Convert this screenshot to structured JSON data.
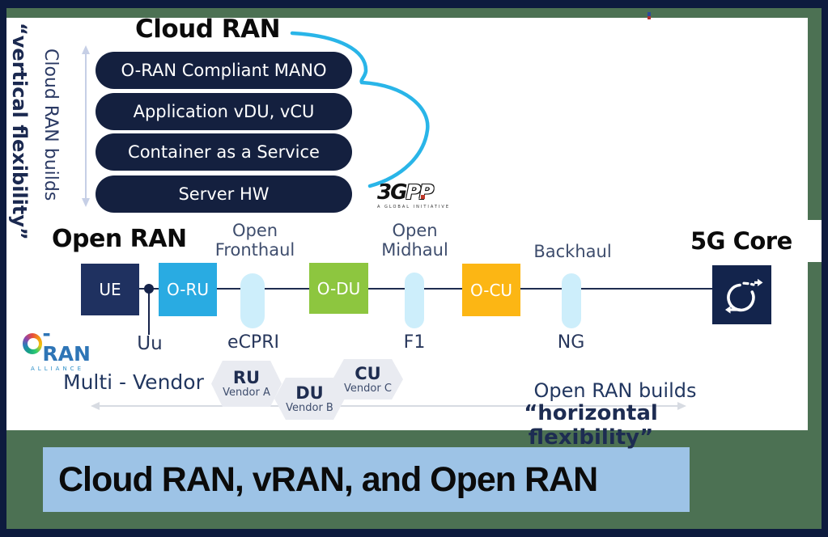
{
  "palette": {
    "border_navy": "#0d1b3e",
    "frame_green": "#4c7153",
    "stack_navy": "#14203f",
    "cloud_brace_cyan": "#29b5e8",
    "ue_navy": "#1f3160",
    "oru_blue": "#29abe2",
    "odu_green": "#8dc63f",
    "ocu_amber": "#fcb614",
    "core_navy": "#13244c",
    "pill_lightblue": "#cdeefb",
    "hex_gray": "#e9ebf1",
    "title_bar_blue": "#9dc3e6",
    "haul_label_slate": "#3e4d6d",
    "caption_navy": "#223760"
  },
  "cloud_ran": {
    "title": "Cloud RAN",
    "stack": [
      "O-RAN Compliant MANO",
      "Application vDU, vCU",
      "Container as a Service",
      "Server HW"
    ],
    "vertical_caption_outer": "“vertical flexibility”",
    "vertical_caption_inner": "Cloud RAN builds"
  },
  "logos": {
    "threegpp": {
      "part1": "3G",
      "part2": "PP",
      "caption": "A GLOBAL INITIATIVE"
    },
    "oran_alliance": {
      "name": "-RAN",
      "caption": "ALLIANCE"
    }
  },
  "open_ran": {
    "title": "Open RAN",
    "nodes": {
      "ue": "UE",
      "oru": "O-RU",
      "odu": "O-DU",
      "ocu": "O-CU"
    },
    "links": {
      "fronthaul": {
        "line1": "Open",
        "line2": "Fronthaul",
        "interface": "eCPRI"
      },
      "midhaul": {
        "line1": "Open",
        "line2": "Midhaul",
        "interface": "F1"
      },
      "backhaul": {
        "line1": "Backhaul",
        "interface": "NG"
      },
      "uu": "Uu"
    },
    "core": {
      "title": "5G Core"
    }
  },
  "multi_vendor": {
    "label": "Multi - Vendor",
    "hexagons": [
      {
        "name": "RU",
        "vendor": "Vendor A"
      },
      {
        "name": "DU",
        "vendor": "Vendor B"
      },
      {
        "name": "CU",
        "vendor": "Vendor C"
      }
    ],
    "caption_line1": "Open RAN builds",
    "caption_line2": "“horizontal flexibility”"
  },
  "footer": {
    "title": "Cloud RAN, vRAN, and Open RAN"
  }
}
